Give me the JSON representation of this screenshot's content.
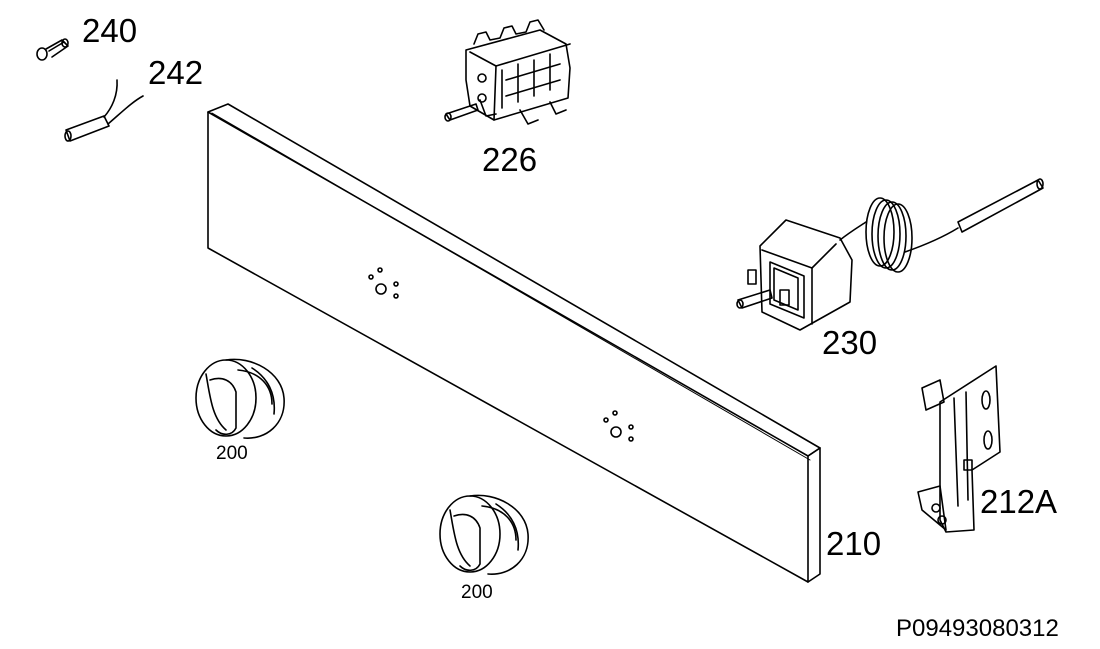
{
  "labels": {
    "p240": "240",
    "p242": "242",
    "p226": "226",
    "p230": "230",
    "p212a": "212A",
    "p210": "210",
    "p200a": "200",
    "p200b": "200"
  },
  "reference": "P09493080312",
  "icons": [
    "screw-icon",
    "sensor-wire-icon",
    "selector-switch-icon",
    "thermostat-icon",
    "bracket-icon",
    "knob-icon",
    "control-panel-icon"
  ],
  "colors": {
    "line": "#000000",
    "background": "#ffffff"
  }
}
